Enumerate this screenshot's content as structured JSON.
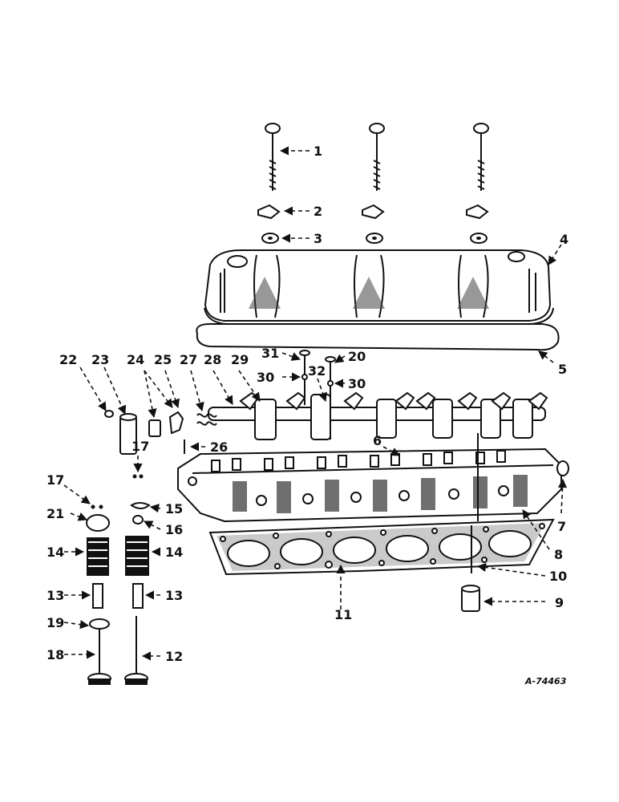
{
  "figure_ref": "A-74463",
  "callouts": {
    "c1": "1",
    "c2": "2",
    "c3": "3",
    "c4": "4",
    "c5": "5",
    "c6": "6",
    "c7": "7",
    "c8": "8",
    "c9": "9",
    "c10": "10",
    "c11": "11",
    "c12": "12",
    "c13a": "13",
    "c13b": "13",
    "c14a": "14",
    "c14b": "14",
    "c15": "15",
    "c16": "16",
    "c17a": "17",
    "c17b": "17",
    "c18": "18",
    "c19": "19",
    "c20": "20",
    "c21": "21",
    "c22": "22",
    "c23": "23",
    "c24": "24",
    "c25": "25",
    "c26": "26",
    "c27": "27",
    "c28": "28",
    "c29": "29",
    "c30a": "30",
    "c30b": "30",
    "c31": "31",
    "c32": "32"
  }
}
